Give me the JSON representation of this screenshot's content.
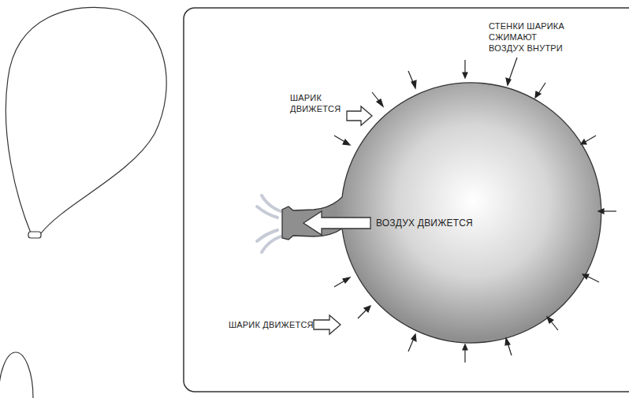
{
  "diagram": {
    "labels": [
      "СТЕНКИ ШАРИКА СЖИМАЮТ ВОЗДУХ ВНУТРИ",
      "ШАРИК ДВИЖЕТСЯ",
      "ВОЗДУХ ДВИЖЕТСЯ",
      "ШАРИК ДВИЖЕТСЯ"
    ]
  }
}
